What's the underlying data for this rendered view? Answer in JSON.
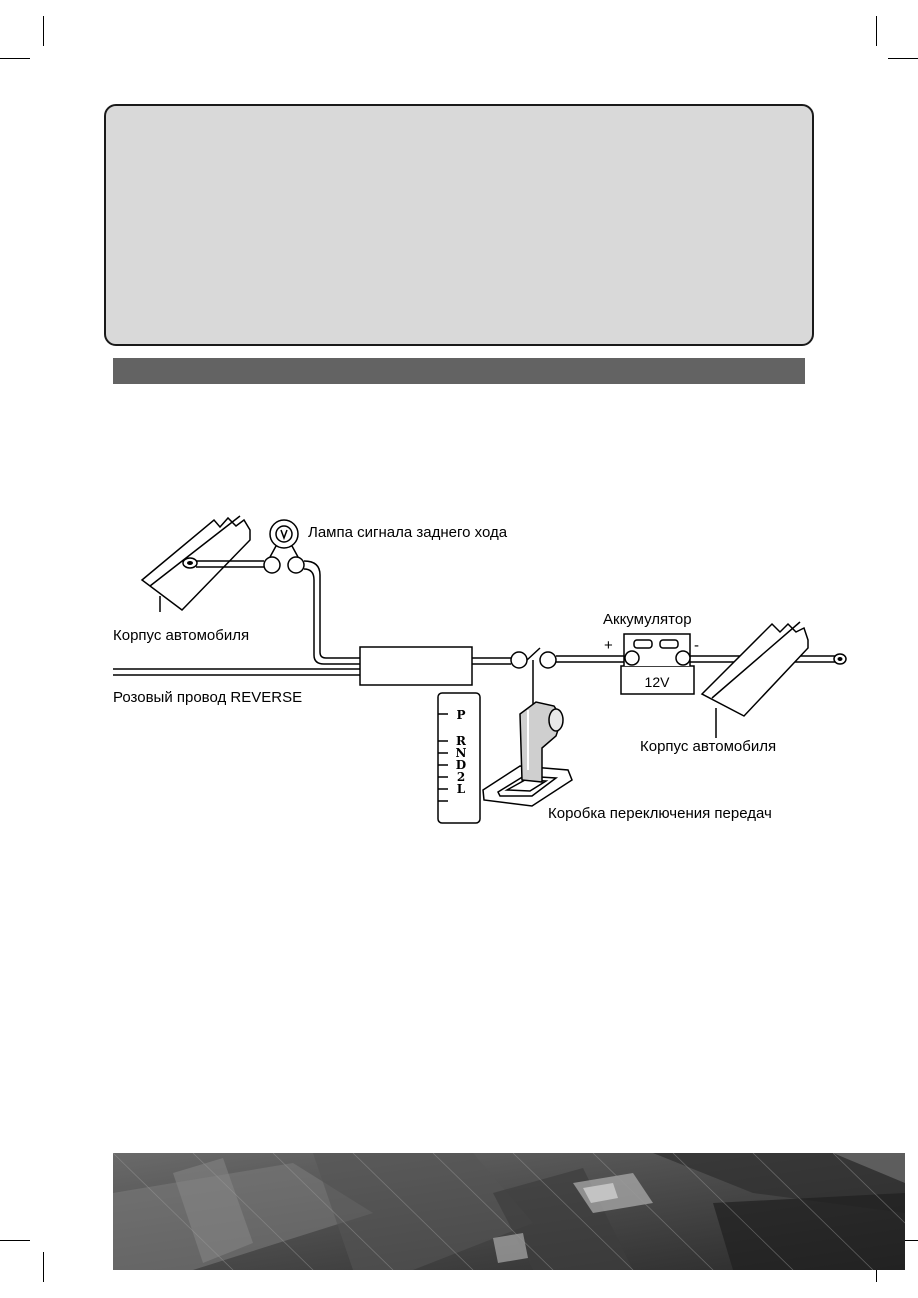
{
  "diagram": {
    "lamp_label": "Лампа сигнала заднего хода",
    "body_label_left": "Корпус автомобиля",
    "body_label_right": "Корпус автомобиля",
    "reverse_wire_label": "Розовый провод REVERSE",
    "battery_label": "Аккумулятор",
    "battery_plus": "+",
    "battery_minus": "-",
    "battery_voltage": "12V",
    "gearbox_label": "Коробка переключения передач",
    "gear_positions": [
      "P",
      "R",
      "N",
      "D",
      "2",
      "L"
    ]
  },
  "colors": {
    "note_box_fill": "#d9d9d9",
    "section_bar": "#636363",
    "line": "#000000"
  }
}
